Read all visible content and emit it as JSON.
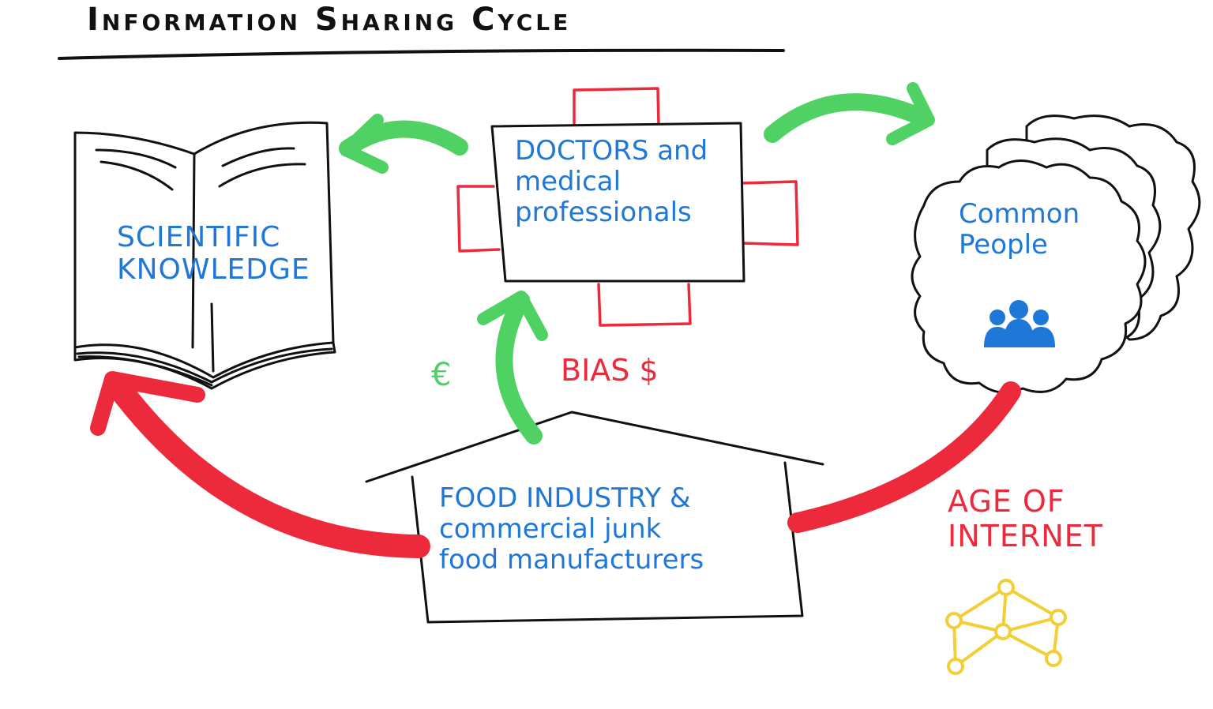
{
  "title": "Information Sharing Cycle",
  "nodes": {
    "scientific_knowledge": [
      "SCIENTIFIC",
      "KNOWLEDGE"
    ],
    "doctors": [
      "DOCTORS and",
      "medical",
      "professionals"
    ],
    "common_people": [
      "Common",
      "People"
    ],
    "food_industry": [
      "FOOD INDUSTRY &",
      "commercial junk",
      "food manufacturers"
    ]
  },
  "annotations": {
    "bias": "BIAS $",
    "euro": "€",
    "age_of_internet": [
      "AGE OF",
      "INTERNET"
    ]
  },
  "icons": [
    "open-book-icon",
    "table-icon",
    "cloud-icon",
    "people-icon",
    "house-icon",
    "network-icon"
  ],
  "colors": {
    "text_blue": "#1f78d8",
    "arrow_green": "#4fd163",
    "arrow_red": "#ec2a3c",
    "network_yellow": "#f2cf36",
    "ink": "#111111"
  }
}
